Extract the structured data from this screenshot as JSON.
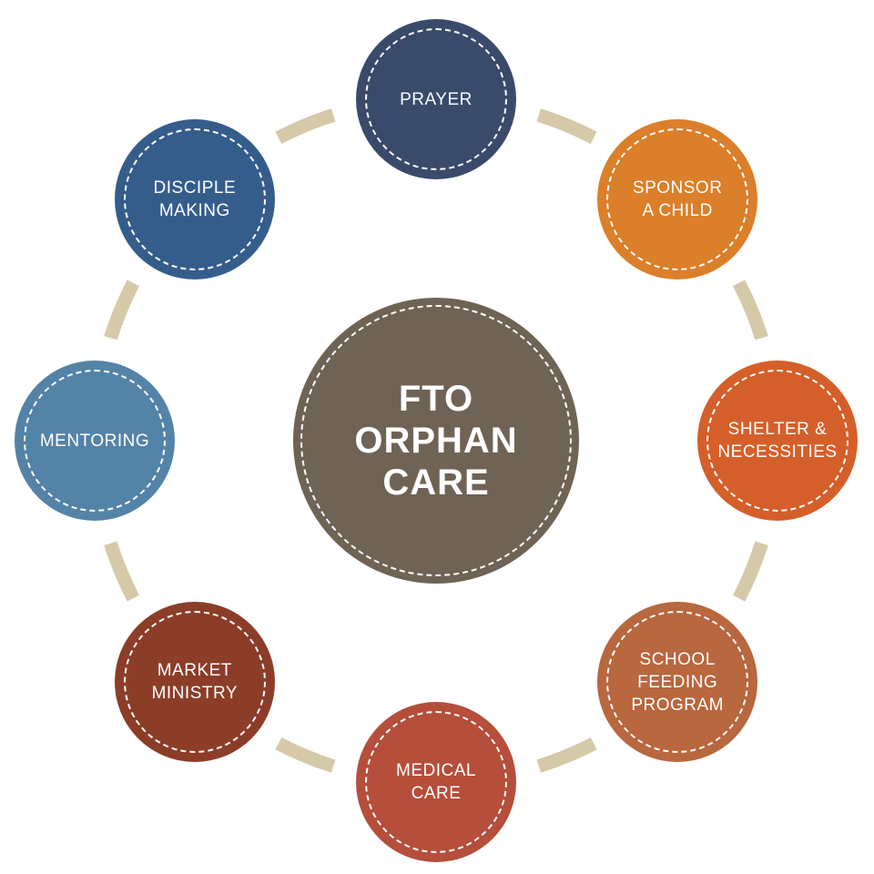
{
  "diagram": {
    "center": {
      "label": "FTO\nORPHAN\nCARE",
      "color": "#6f6355"
    },
    "ring_color": "#d6c9a9",
    "nodes": [
      {
        "id": "prayer",
        "label": "PRAYER",
        "color": "#3a4a6b"
      },
      {
        "id": "sponsor-a-child",
        "label": "SPONSOR\nA CHILD",
        "color": "#db7f2a"
      },
      {
        "id": "shelter-necessities",
        "label": "SHELTER &\nNECESSITIES",
        "color": "#d55f2a"
      },
      {
        "id": "school-feeding-program",
        "label": "SCHOOL\nFEEDING\nPROGRAM",
        "color": "#b8673f"
      },
      {
        "id": "medical-care",
        "label": "MEDICAL\nCARE",
        "color": "#b54e3b"
      },
      {
        "id": "market-ministry",
        "label": "MARKET\nMINISTRY",
        "color": "#8c3d28"
      },
      {
        "id": "mentoring",
        "label": "MENTORING",
        "color": "#5483a8"
      },
      {
        "id": "disciple-making",
        "label": "DISCIPLE\nMAKING",
        "color": "#355d8c"
      }
    ]
  }
}
